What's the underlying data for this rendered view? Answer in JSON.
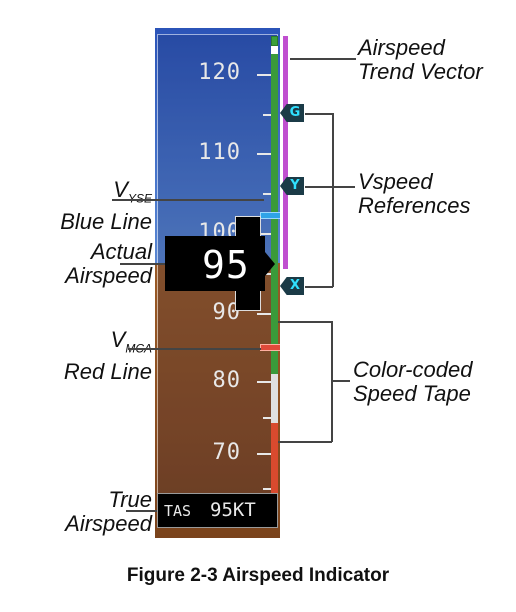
{
  "tape": {
    "tick_labels": [
      "120",
      "110",
      "100",
      "90",
      "80",
      "70"
    ]
  },
  "bugs": {
    "g": "G",
    "y": "Y",
    "x": "X"
  },
  "actual_airspeed": "95",
  "tas": {
    "label": "TAS",
    "value": "95KT"
  },
  "callouts": {
    "trend_vector": [
      "Airspeed",
      "Trend Vector"
    ],
    "vspeed": [
      "Vspeed",
      "References"
    ],
    "vyse": {
      "symbol": "V",
      "subscript": "YSE",
      "line2": "Blue Line"
    },
    "actual": [
      "Actual",
      "Airspeed"
    ],
    "vmca": {
      "symbol": "V",
      "subscript": "MCA",
      "line2": "Red Line"
    },
    "color_tape": [
      "Color-coded",
      "Speed Tape"
    ],
    "true_as": [
      "True",
      "Airspeed"
    ]
  },
  "caption": "Figure 2-3  Airspeed Indicator",
  "colors": {
    "sky": "#2b54b8",
    "ground": "#8a4d20",
    "green_band": "#3a9a3a",
    "white_band": "#e0e0e0",
    "red_band": "#d94a2e",
    "trend": "#c04fd0",
    "bug_text": "#30e0ff",
    "blue_line": "#2ea3e8",
    "red_line": "#e04a3a"
  }
}
